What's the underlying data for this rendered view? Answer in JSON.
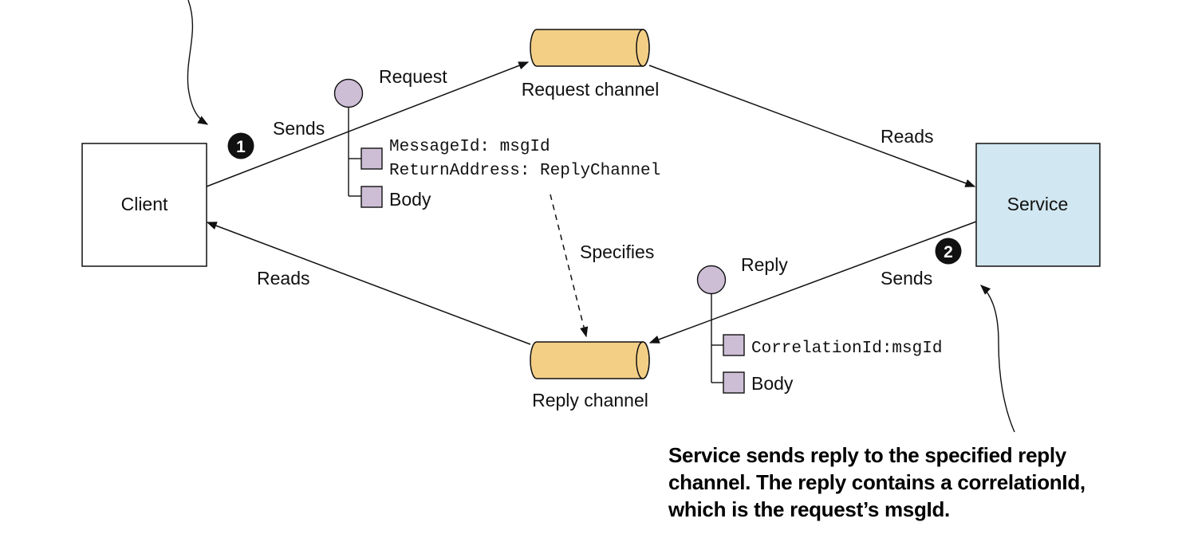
{
  "nodes": {
    "client": "Client",
    "service": "Service"
  },
  "channels": {
    "request": "Request channel",
    "reply": "Reply channel"
  },
  "edges": {
    "client_sends": "Sends",
    "service_reads": "Reads",
    "service_sends": "Sends",
    "client_reads": "Reads",
    "specifies": "Specifies"
  },
  "messages": {
    "request": {
      "title": "Request",
      "header_line1": "MessageId: msgId",
      "header_line2": "ReturnAddress: ReplyChannel",
      "body": "Body"
    },
    "reply": {
      "title": "Reply",
      "header": "CorrelationId:msgId",
      "body": "Body"
    }
  },
  "steps": [
    "1",
    "2"
  ],
  "callout": [
    "Service sends reply to the specified reply",
    "channel. The reply contains a correlationId,",
    "which is the request’s msgId."
  ],
  "colors": {
    "channel_fill": "#f3cf86",
    "service_fill": "#d1e7f1",
    "message_fill": "#cdbed6",
    "stroke": "#111111"
  }
}
